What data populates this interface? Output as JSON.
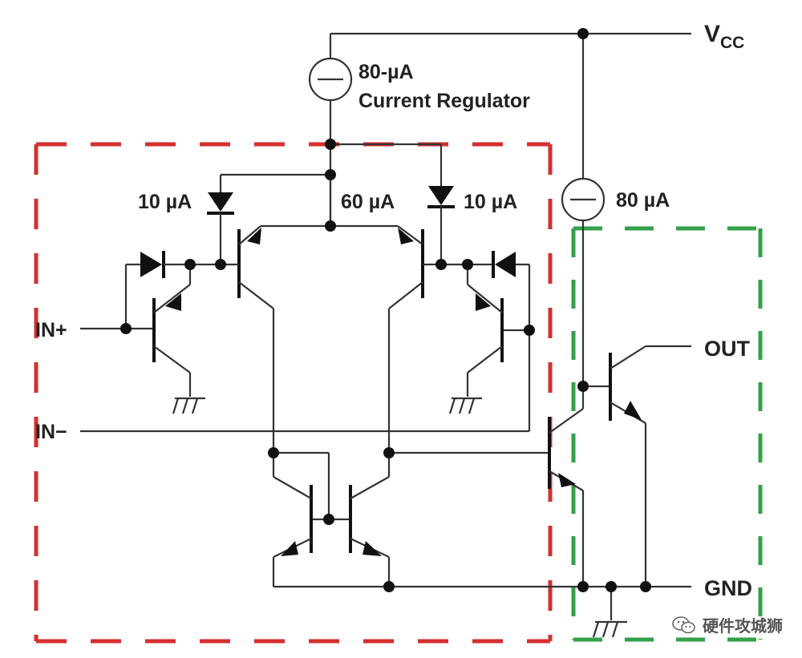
{
  "labels": {
    "vcc_main": "V",
    "vcc_sub": "CC",
    "current_regulator_value": "80-µA",
    "current_regulator_name": "Current Regulator",
    "left_current": "10 µA",
    "center_current": "60 µA",
    "right_current": "10 µA",
    "output_current": "80 µA",
    "in_plus": "IN+",
    "in_minus": "IN−",
    "out": "OUT",
    "gnd": "GND"
  },
  "watermark": {
    "text": "硬件攻城狮",
    "icon": "wechat-icon"
  },
  "colors": {
    "wire": "#333333",
    "input_stage_box": "#d62f2f",
    "output_stage_box": "#33a04a",
    "dot": "#111111"
  }
}
